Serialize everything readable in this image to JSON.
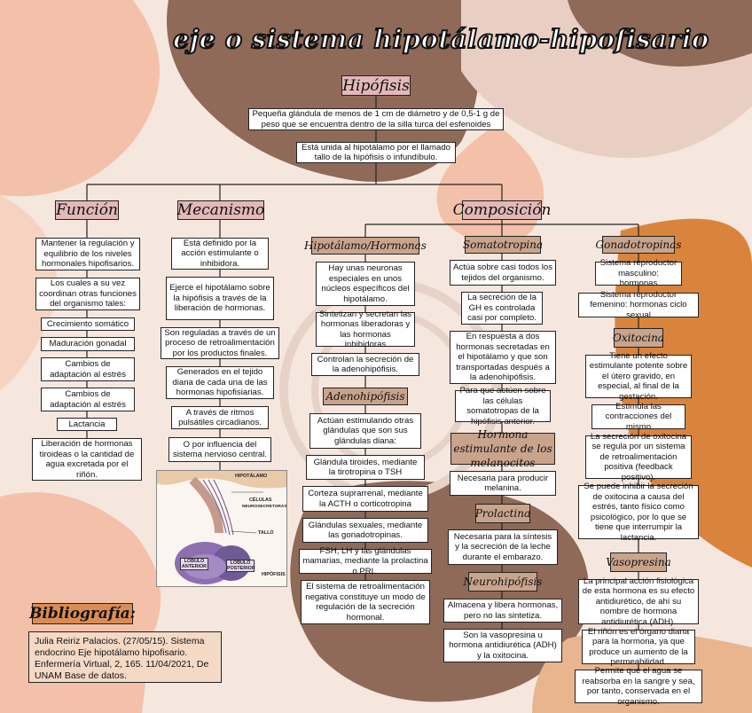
{
  "title": "eje o sistema hipotálamo-hipofisario",
  "hipofisis": {
    "label": "Hipófisis",
    "desc1": "Pequeña glándula de menos de 1 cm de diámetro y de 0,5-1 g de peso que se encuentra dentro de la silla turca del esfenoides",
    "desc2": "Está unida al hipotálamo por el llamado tallo de la hipófisis o infundíbulo."
  },
  "funcion": {
    "label": "Función",
    "items": [
      "Mantener la regulación y equilibrio de los niveles hormonales hipofisarios.",
      "Los cuales a su vez coordinan otras funciones del organismo tales:",
      "Crecimiento somático",
      "Maduración gonadal",
      "Cambios de adaptación al estrés",
      "Cambios de adaptación al estrés",
      "Lactancia",
      "Liberación de hormonas tiroideas o la cantidad de agua excretada por el riñón."
    ]
  },
  "mecanismo": {
    "label": "Mecanismo",
    "items": [
      "Está definido por la acción estimulante o inhibidora.",
      "Ejerce el hipotálamo sobre la hipófisis a través de la liberación de hormonas.",
      "Son reguladas a través de un proceso de retroalimentación por los productos finales.",
      "Generados en el tejido diana de cada una de las hormonas hipofisiarias.",
      "A través de ritmos pulsátiles circadianos.",
      "O por influencia del sistema nervioso central."
    ],
    "illustration": {
      "hipotalamo": "HIPOTÁLAMO",
      "celulas": "CÉLULAS",
      "neuro": "NEUROSECRETORAS",
      "tallo": "TALLO",
      "anterior": "LÓBULO ANTERIOR",
      "posterior": "LÓBULO POSTERIOR",
      "hipofisis": "HIPÓFISIS"
    }
  },
  "composicion": {
    "label": "Composición",
    "hipotalamo_hormonas": {
      "label": "Hipotálamo/Hormonas",
      "items": [
        "Hay unas neuronas especiales en unos núcleos específicos del hipotálamo.",
        "Sintetizan y secretan las hormonas liberadoras y las hormonas inhibidoras",
        "Controlan la secreción de la adenohipófisis."
      ]
    },
    "adenohipofisis": {
      "label": "Adenohipófisis",
      "items": [
        "Actúan estimulando otras glándulas que son sus glándulas diana:",
        "Glándula tiroides, mediante la tirotropina o TSH",
        "Corteza suprarrenal, mediante la ACTH o corticotropina",
        "Glándulas sexuales, mediante las gonadotropinas.",
        "FSH, LH y las glándulas mamarias, mediante la prolactina o PRL.",
        "El sistema de retroalimentación negativa constituye un modo de regulación de la secreción hormonal."
      ]
    },
    "somatotropina": {
      "label": "Somatotropina",
      "items": [
        "Actúa sobre casi todos los tejidos del organismo.",
        "La secreción de la GH es controlada casi por completo.",
        "En respuesta a dos hormonas secretadas en el hipotálamo y que son transportadas después a la adenohipófisis.",
        "Para que actúen sobre las células somatotropas de la hipófisis anterior."
      ]
    },
    "melanocitos": {
      "label": "Hormona estimulante de los melanocitos",
      "items": [
        "Necesaria para producir melanina."
      ]
    },
    "prolactina": {
      "label": "Prolactina",
      "items": [
        "Necesaria para la síntesis y la secreción de la leche durante el embarazo."
      ]
    },
    "neurohipofisis": {
      "label": "Neurohipófisis",
      "items": [
        "Almacena y libera hormonas, pero no las sintetiza.",
        "Son la vasopresina u hormona antidiurética (ADH) y la oxitocina."
      ]
    },
    "gonadotropinas": {
      "label": "Gonadotropinas",
      "items": [
        "Sistema reproductor masculino: hormonas",
        "Sistema reproductor femenino: hormonas ciclo sexual"
      ]
    },
    "oxitocina": {
      "label": "Oxitocina",
      "items": [
        "Tiene un efecto estimulante potente sobre el útero gravido, en especial, al final de la gestación.",
        "Estimula las contracciones del mismo",
        "La secreción de oxitocina se regula por un sistema de retroalimentación positiva (feedback positivo).",
        "Se puede inhibir la secreción de oxitocina a causa del estrés, tanto físico como psicológico, por lo que se tiene que interrumpir la lactancia."
      ]
    },
    "vasopresina": {
      "label": "Vasopresina",
      "items": [
        "La principal acción fisiológica de esta hormona es su efecto antidiurético, de ahí su nombre de hormona antidiurética (ADH).",
        "El riñón es el órgano diana para la hormona, ya que produce un aumento de la permeabilidad.",
        "Permite que el agua se reabsorba en la sangre y sea, por tanto, conservada en el organismo."
      ]
    }
  },
  "bibliografia": {
    "label": "Bibliografía:",
    "text": "Julia Reiriz Palacios. (27/05/15). Sistema endocrino Eje hipotálamo hipofisario. Enfermería Virtual, 2, 165. 11/04/2021, De UNAM Base de datos."
  },
  "colors": {
    "pink": "#e3b8b8",
    "tan": "#c9a48c",
    "brown": "#8f6a59",
    "orange": "#d9843c",
    "peach": "#f4d9c4"
  }
}
